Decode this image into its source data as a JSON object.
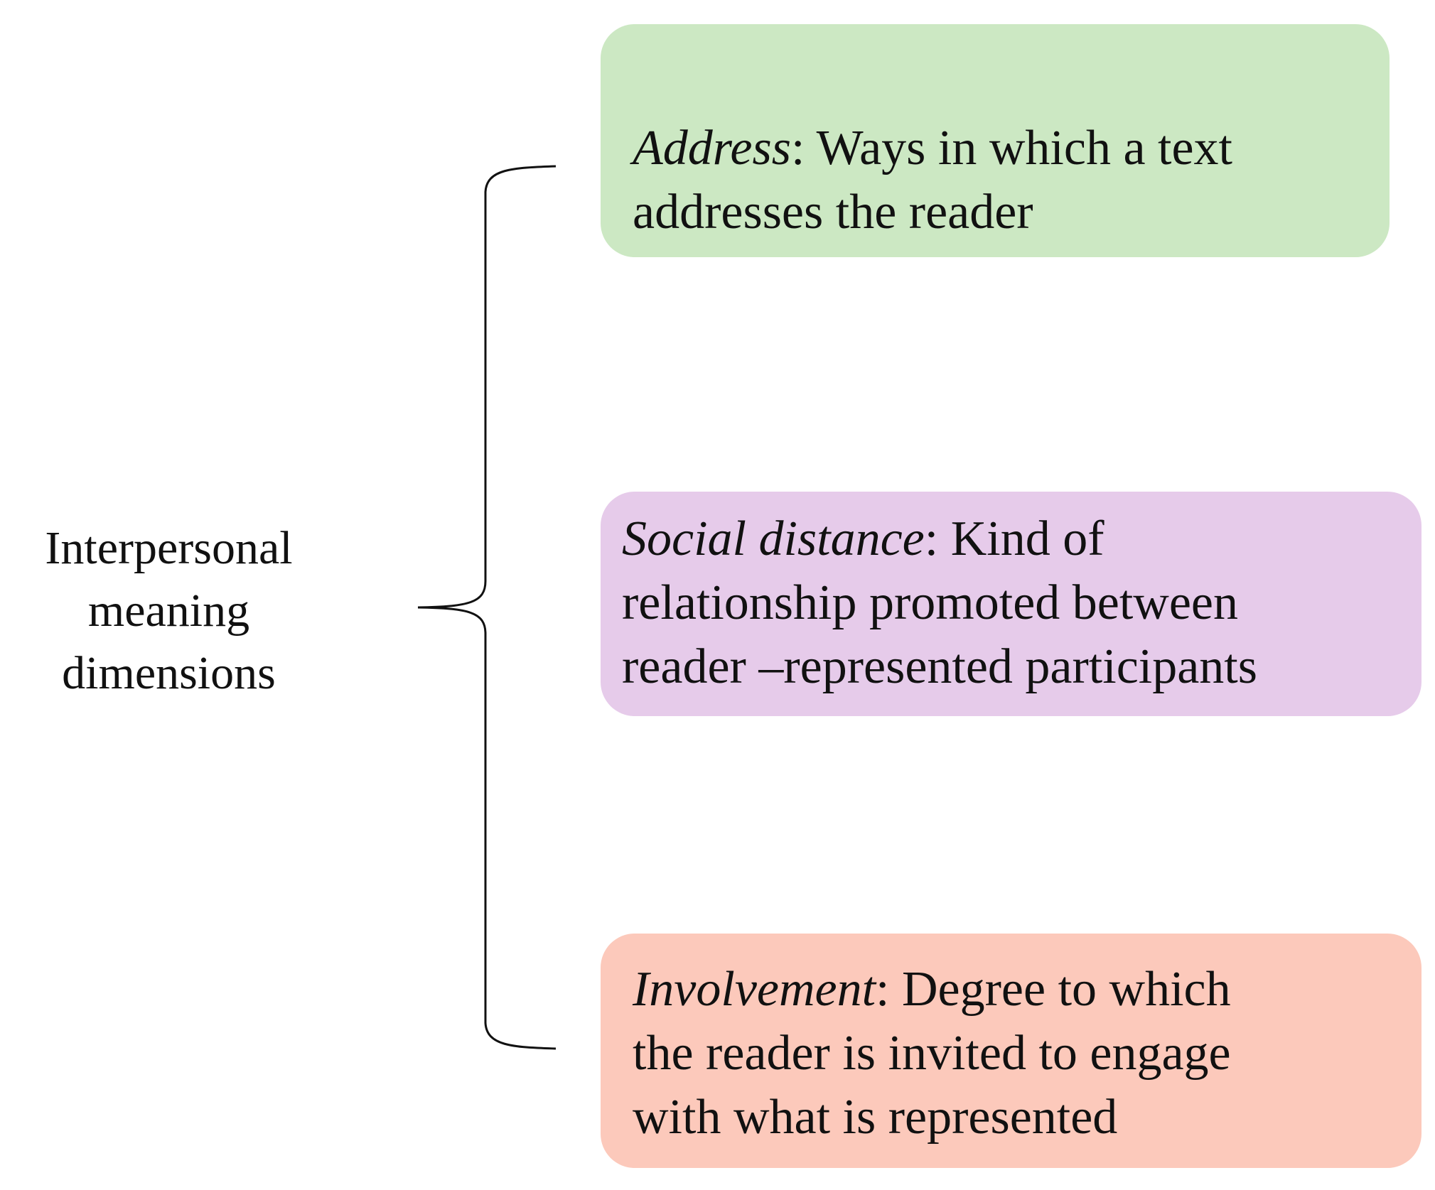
{
  "root": {
    "lines": [
      "Interpersonal",
      "meaning",
      "dimensions"
    ]
  },
  "boxes": [
    {
      "term": "Address",
      "first_rest": ": Ways in which a text",
      "lines": [
        "addresses the reader"
      ],
      "color": "#cce8c3"
    },
    {
      "term": "Social distance",
      "first_rest": ": Kind of",
      "lines": [
        "relationship promoted between",
        "reader –represented participants"
      ],
      "color": "#e6cbea"
    },
    {
      "term": "Involvement",
      "first_rest": ": Degree to which",
      "lines": [
        "the reader is invited to engage",
        "with what is represented"
      ],
      "color": "#fcc9bb"
    }
  ]
}
